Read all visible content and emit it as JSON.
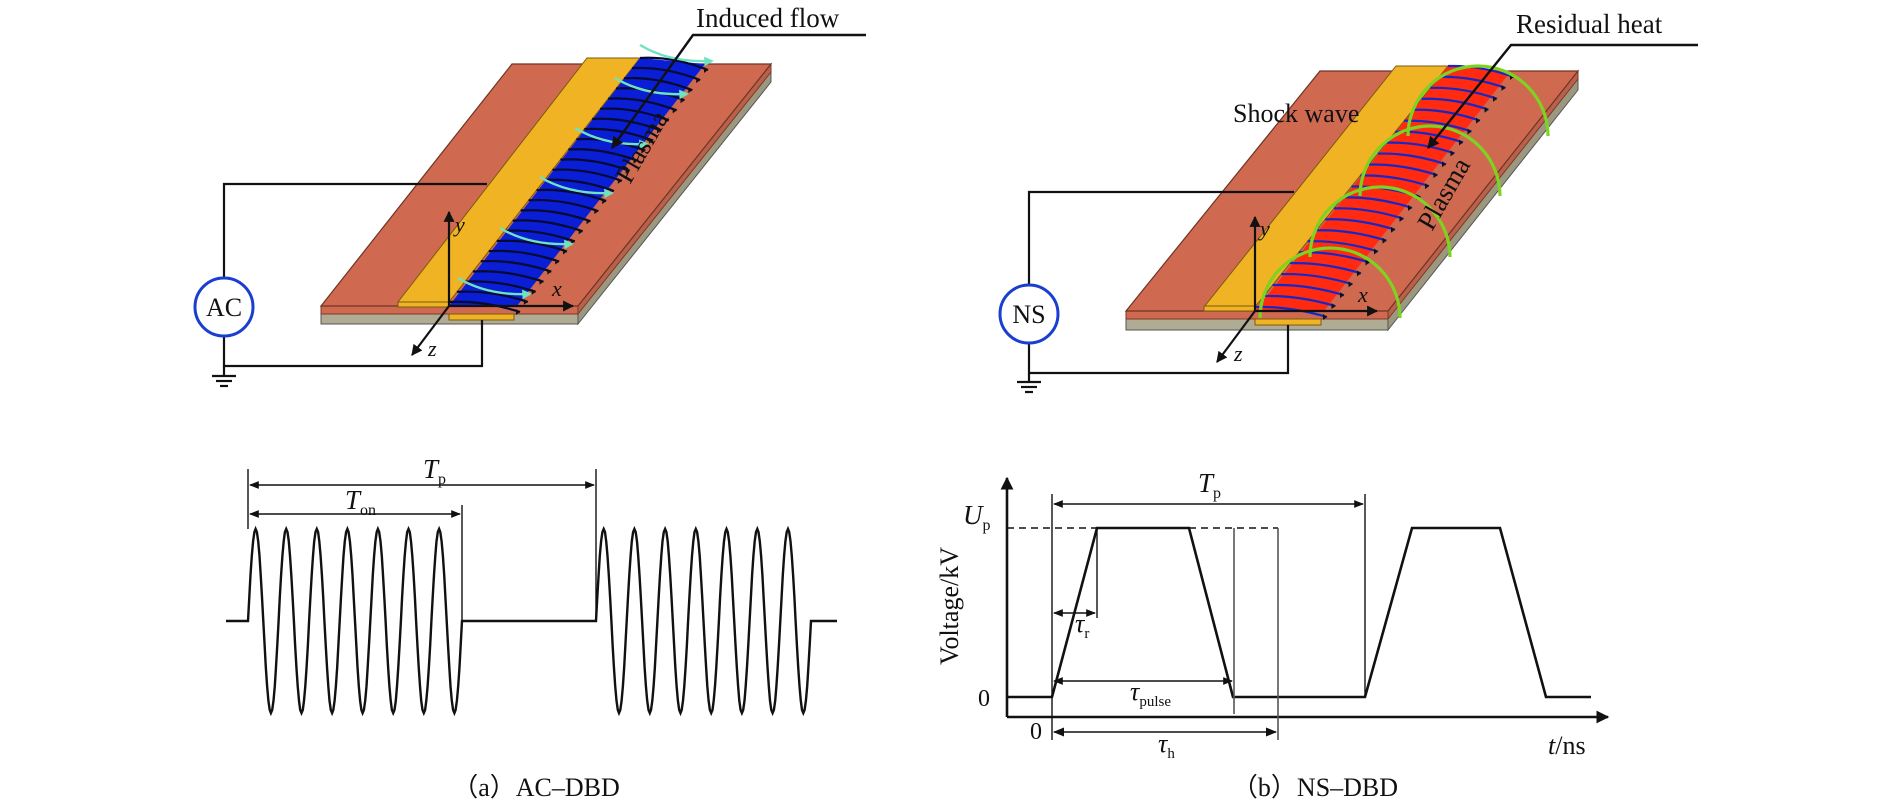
{
  "figure": {
    "panels": [
      {
        "id": "a",
        "caption": "（a）AC–DBD",
        "source_label": "AC",
        "annotation": "Induced flow",
        "plasma_label": "Plasma",
        "axes": {
          "x": "x",
          "y": "y",
          "z": "z"
        },
        "waveform": {
          "type": "burst-sine",
          "cycles_per_burst": 7,
          "bursts_shown": 2,
          "labels": {
            "period": "T",
            "period_sub": "p",
            "on": "T",
            "on_sub": "on"
          }
        }
      },
      {
        "id": "b",
        "caption": "（b）NS–DBD",
        "source_label": "NS",
        "annotation": "Residual heat",
        "annotation2": "Shock wave",
        "plasma_label": "Plasma",
        "axes": {
          "x": "x",
          "y": "y",
          "z": "z"
        },
        "waveform": {
          "type": "trapezoid-pulse",
          "pulses_shown": 2,
          "ylabel": "Voltage/kV",
          "xlabel_var": "t",
          "xlabel_unit": "/ns",
          "y_tick_zero": "0",
          "x_tick_zero": "0",
          "peak_label": "U",
          "peak_sub": "p",
          "labels": {
            "period": "T",
            "period_sub": "p",
            "rise": "τ",
            "rise_sub": "r",
            "pulse": "τ",
            "pulse_sub": "pulse",
            "hold": "τ",
            "hold_sub": "h"
          }
        }
      }
    ]
  },
  "colors": {
    "dielectric": "#cf6a50",
    "dielectric_edge": "#a85540",
    "substrate": "#b0ac94",
    "electrode": "#f0b323",
    "plasma_ac": "#0a1ed6",
    "plasma_ns": "#ff2a10",
    "induced_flow": "#6fe3c0",
    "shock_wave": "#7ed321",
    "source_ring": "#1a3fd0",
    "line": "#111111"
  }
}
